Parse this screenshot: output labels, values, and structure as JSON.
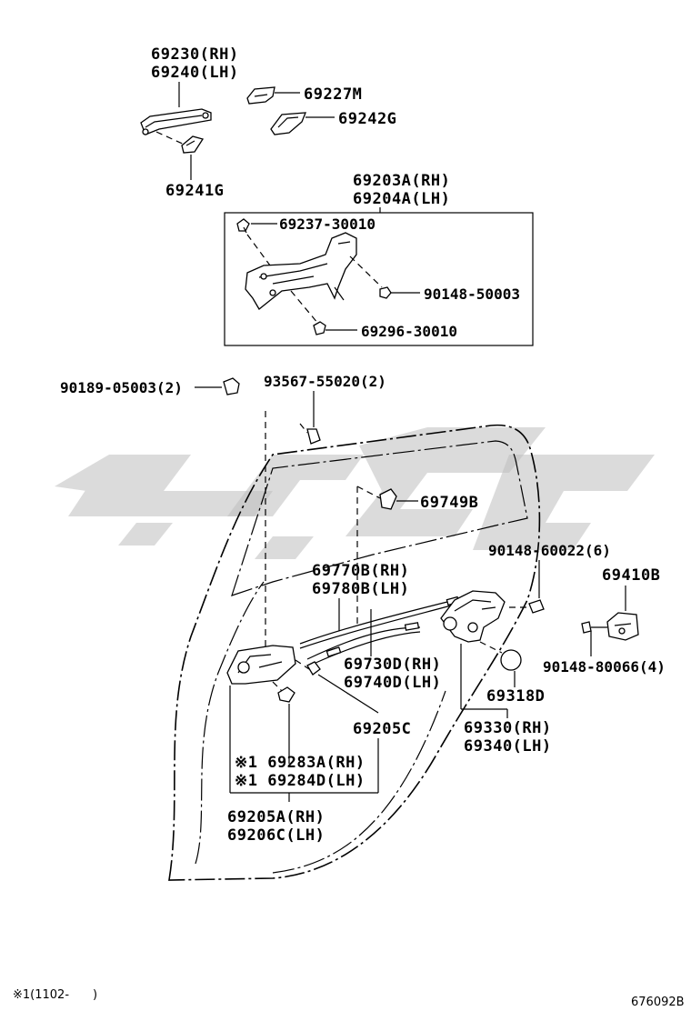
{
  "labels": {
    "p69230": "69230(RH)",
    "p69240": "69240(LH)",
    "p69227M": "69227M",
    "p69242G": "69242G",
    "p69241G": "69241G",
    "p69203A": "69203A(RH)",
    "p69204A": "69204A(LH)",
    "p69237": "69237-30010",
    "p90148_50003": "90148-50003",
    "p69296": "69296-30010",
    "p90189": "90189-05003(2)",
    "p93567": "93567-55020(2)",
    "p69749B": "69749B",
    "p90148_60022": "90148-60022(6)",
    "p69410B": "69410B",
    "p69770B": "69770B(RH)",
    "p69780B": "69780B(LH)",
    "p90148_80066": "90148-80066(4)",
    "p69730D": "69730D(RH)",
    "p69740D": "69740D(LH)",
    "p69318D": "69318D",
    "p69205C": "69205C",
    "p69330": "69330(RH)",
    "p69340": "69340(LH)",
    "p69283A": "※1 69283A(RH)",
    "p69284D": "※1 69284D(LH)",
    "p69205A": "69205A(RH)",
    "p69206C": "69206C(LH)"
  },
  "footnote": "※1(1102-　　)",
  "diagram_id": "676092B",
  "colors": {
    "line": "#000000",
    "watermark": "#bdbdbd",
    "background": "#ffffff"
  }
}
